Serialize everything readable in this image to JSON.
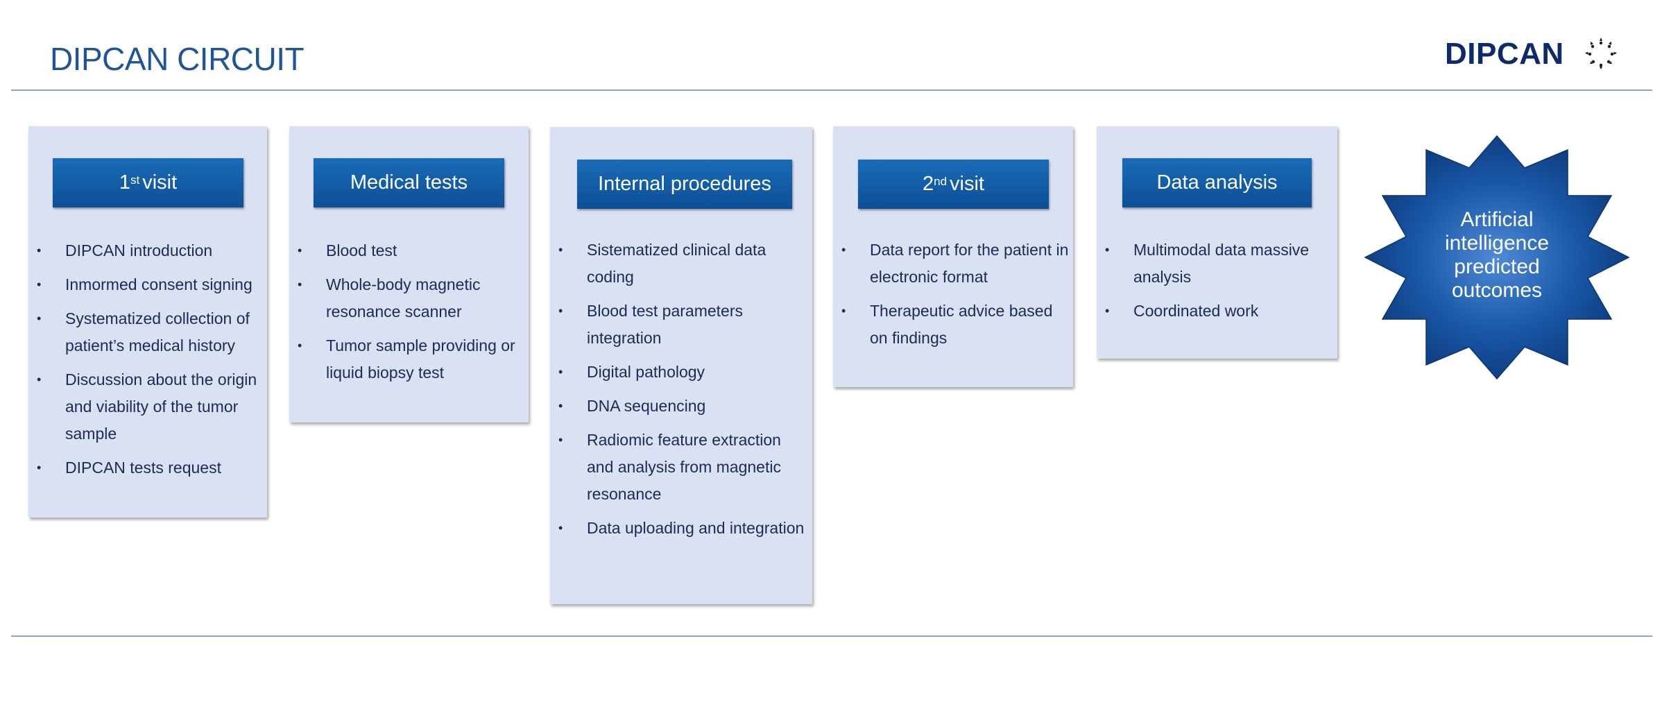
{
  "header": {
    "title": "DIPCAN CIRCUIT",
    "logo_text": "DIPCAN",
    "logo_icon": "star-circle-icon"
  },
  "colors": {
    "title": "#1f5597",
    "box_bg": "#d9e1f3",
    "header_bg": "#0d4f96",
    "rule": "#8ea3c5"
  },
  "columns": [
    {
      "title_main": "1",
      "title_sup": "st",
      "title_rest": "visit",
      "items": [
        "DIPCAN introduction",
        "Inmormed consent signing",
        "Systematized collection of patient’s medical history",
        "Discussion about the origin and viability of the tumor sample",
        "DIPCAN tests request"
      ]
    },
    {
      "title_main": "Medical tests",
      "items": [
        "Blood test",
        "Whole-body magnetic resonance scanner",
        "Tumor sample providing or liquid biopsy test"
      ]
    },
    {
      "title_main": "Internal procedures",
      "items": [
        "Sistematized clinical data coding",
        "Blood test parameters integration",
        "Digital pathology",
        "DNA sequencing",
        "Radiomic feature extraction and analysis from magnetic resonance",
        "Data uploading and integration"
      ]
    },
    {
      "title_main": "2",
      "title_sup": "nd",
      "title_rest": "visit",
      "items": [
        "Data report for the patient in electronic format",
        "Therapeutic advice based on findings"
      ]
    },
    {
      "title_main": "Data analysis",
      "items": [
        "Multimodal data massive analysis",
        "Coordinated work"
      ]
    }
  ],
  "result": {
    "label": "Artificial intelligence predicted outcomes"
  }
}
